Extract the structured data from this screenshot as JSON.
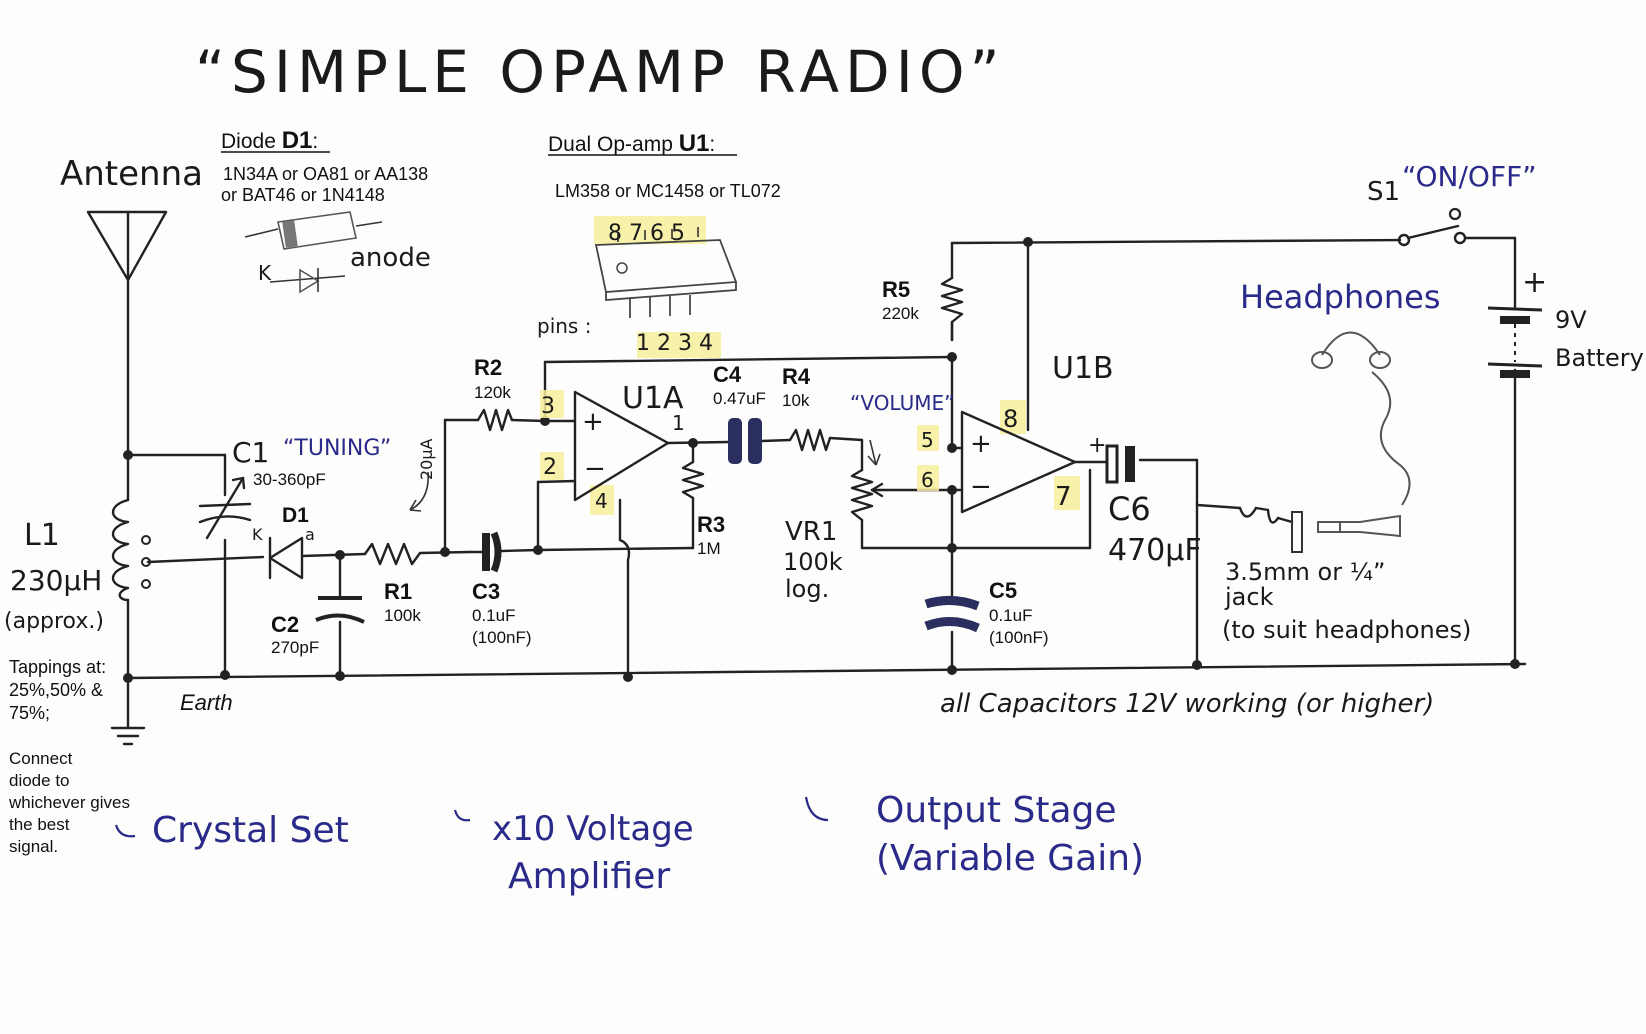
{
  "title": "“SIMPLE OPAMP RADIO”",
  "diode": {
    "heading": "Diode ",
    "heading_ref": "D1",
    "heading_colon": ":",
    "line1": "1N34A or OA81 or AA138",
    "line2": "or BAT46 or 1N4148",
    "k": "K",
    "anode": "anode"
  },
  "opamp": {
    "heading": "Dual Op-amp ",
    "heading_ref": "U1",
    "heading_colon": ":",
    "options": "LM358 or MC1458 or TL072",
    "pins_label": "pins :",
    "top_pins": "8 7 6 5",
    "bottom_pins": "1 2 3 4"
  },
  "antenna": "Antenna",
  "switch": {
    "ref": "S1",
    "label": "“ON/OFF”"
  },
  "battery": {
    "plus": "+",
    "label1": "9V",
    "label2": "Battery"
  },
  "headphones": "Headphones",
  "components": {
    "L1": {
      "ref": "L1",
      "value": "230µH",
      "note": "(approx.)"
    },
    "C1": {
      "ref": "C1",
      "value": "30-360pF",
      "tuning": "“TUNING”"
    },
    "D1": {
      "ref": "D1",
      "k": "K",
      "a": "a"
    },
    "C2": {
      "ref": "C2",
      "value": "270pF"
    },
    "R1": {
      "ref": "R1",
      "value": "100k"
    },
    "C3": {
      "ref": "C3",
      "value": "0.1uF",
      "alt": "(100nF)"
    },
    "R2": {
      "ref": "R2",
      "value": "120k"
    },
    "R3": {
      "ref": "R3",
      "value": "1M"
    },
    "C4": {
      "ref": "C4",
      "value": "0.47uF"
    },
    "R4": {
      "ref": "R4",
      "value": "10k"
    },
    "VR1": {
      "ref": "VR1",
      "value": "100k",
      "taper": "log.",
      "volume": "“VOLUME”"
    },
    "R5": {
      "ref": "R5",
      "value": "220k"
    },
    "C5": {
      "ref": "C5",
      "value": "0.1uF",
      "alt": "(100nF)"
    },
    "C6": {
      "ref": "C6",
      "value": "470µF",
      "plus": "+"
    },
    "U1A": {
      "ref": "U1A",
      "pin3": "3",
      "pin2": "2",
      "pin1": "1",
      "pin4": "4"
    },
    "U1B": {
      "ref": "U1B",
      "pin5": "5",
      "pin6": "6",
      "pin7": "7",
      "pin8": "8"
    },
    "current": "20µA"
  },
  "jack": {
    "line1": "3.5mm or ¼”",
    "line2": "jack",
    "line3": "(to suit headphones)"
  },
  "earth": "Earth",
  "tappings": {
    "line1": "Tappings at:",
    "line2": "25%,50% &",
    "line3": "75%;"
  },
  "connect_note": {
    "line1": "Connect",
    "line2": "diode to",
    "line3": "whichever gives",
    "line4": "the best",
    "line5": "signal."
  },
  "cap_note": "all Capacitors   12V working  (or higher)",
  "stages": {
    "crystal": "Crystal Set",
    "amp_line1": "x10 Voltage",
    "amp_line2": "Amplifier",
    "out_line1": "Output Stage",
    "out_line2": "(Variable Gain)"
  }
}
